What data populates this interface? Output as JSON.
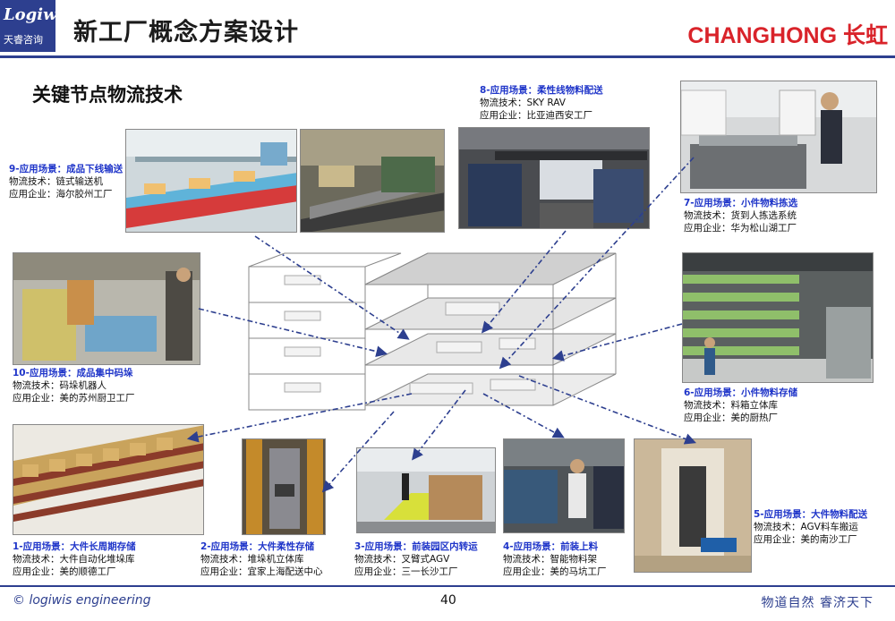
{
  "header": {
    "logo_main": "Logiwis",
    "logo_sub": "天睿咨询",
    "title": "新工厂概念方案设计",
    "brand": "CHANGHONG 长虹"
  },
  "section_title": "关键节点物流技术",
  "scenarios": [
    {
      "scene": "1-应用场景：大件长周期存储",
      "tech": "物流技术：大件自动化堆垛库",
      "ent": "应用企业：美的顺德工厂"
    },
    {
      "scene": "2-应用场景：大件柔性存储",
      "tech": "物流技术：堆垛机立体库",
      "ent": "应用企业：宜家上海配送中心"
    },
    {
      "scene": "3-应用场景：前装园区内转运",
      "tech": "物流技术：叉臂式AGV",
      "ent": "应用企业：三一长沙工厂"
    },
    {
      "scene": "4-应用场景：前装上料",
      "tech": "物流技术：智能物料架",
      "ent": "应用企业：美的马坑工厂"
    },
    {
      "scene": "5-应用场景：大件物料配送",
      "tech": "物流技术：AGV料车搬运",
      "ent": "应用企业：美的南沙工厂"
    },
    {
      "scene": "6-应用场景：小件物料存储",
      "tech": "物流技术：料箱立体库",
      "ent": "应用企业：美的厨热厂"
    },
    {
      "scene": "7-应用场景：小件物料拣选",
      "tech": "物流技术：货到人拣选系统",
      "ent": "应用企业：华为松山湖工厂"
    },
    {
      "scene": "8-应用场景：柔性线物料配送",
      "tech": "物流技术：SKY RAV",
      "ent": "应用企业：比亚迪西安工厂"
    },
    {
      "scene": "9-应用场景：成品下线输送",
      "tech": "物流技术：链式输送机",
      "ent": "应用企业：海尔胶州工厂"
    },
    {
      "scene": "10-应用场景：成品集中码垛",
      "tech": "物流技术：码垛机器人",
      "ent": "应用企业：美的苏州厨卫工厂"
    }
  ],
  "photo_icons": {
    "p1": "pallet-rack-icon",
    "p2": "stacker-crane-icon",
    "p3": "agv-icon",
    "p4": "material-rack-icon",
    "p5": "agv-cart-icon",
    "p6": "bin-warehouse-icon",
    "p7": "picking-station-icon",
    "p8": "rav-icon",
    "p9": "conveyor-icon",
    "p10": "robot-palletizer-icon"
  },
  "footer": {
    "left": "© logiwis engineering",
    "page": "40",
    "slogan": "物道自然  睿济天下"
  },
  "colors": {
    "accent": "#2d3f8f",
    "brand": "#d9232a",
    "scene_blue": "#1f35c9"
  }
}
